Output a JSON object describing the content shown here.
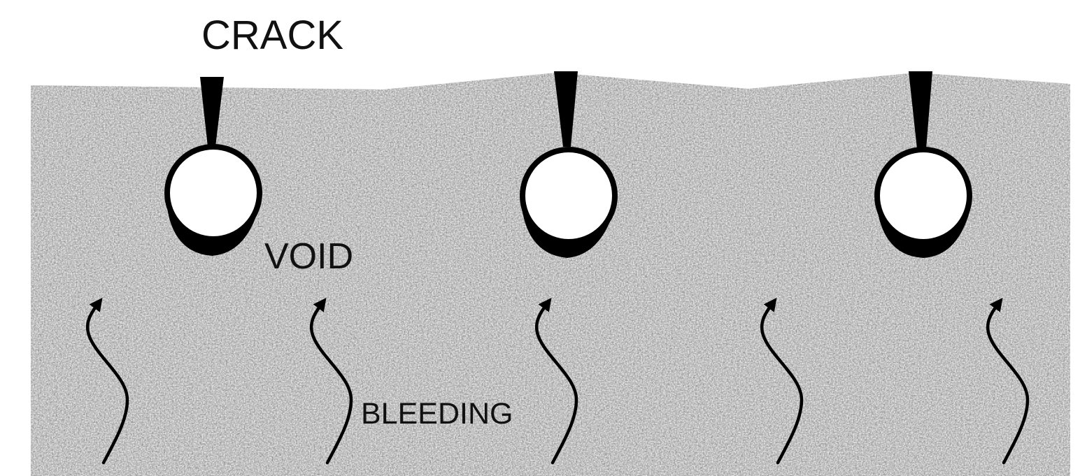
{
  "labels": {
    "crack": "CRACK",
    "void": "VOID",
    "bleeding": "BLEEDING"
  },
  "colors": {
    "concrete": "#b7b7b7",
    "ink": "#000000",
    "void_fill": "#ffffff",
    "background": "#ffffff"
  },
  "elements": {
    "rebar_count": 3,
    "bleed_arrow_count": 5
  }
}
